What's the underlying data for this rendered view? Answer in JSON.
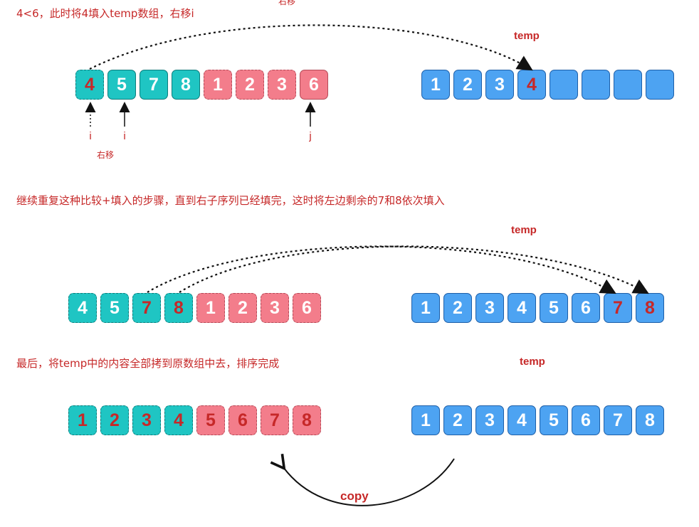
{
  "captions": {
    "step1": "4<6，此时将4填入temp数组，右移i",
    "step1_top_partial": "右移",
    "step2": "继续重复这种比较+填入的步骤，直到右子序列已经填完，这时将左边剩余的7和8依次填入",
    "step3": "最后，将temp中的内容全部拷到原数组中去，排序完成"
  },
  "labels": {
    "temp1": "temp",
    "temp2": "temp",
    "temp3": "temp",
    "copy": "copy",
    "shift_right": "右移"
  },
  "pointers": {
    "i_old": "i",
    "i_new": "i",
    "j": "j"
  },
  "row1_array": [
    "4",
    "5",
    "7",
    "8",
    "1",
    "2",
    "3",
    "6"
  ],
  "row1_temp": [
    "1",
    "2",
    "3",
    "4",
    "",
    "",
    "",
    ""
  ],
  "row2_array": [
    "4",
    "5",
    "7",
    "8",
    "1",
    "2",
    "3",
    "6"
  ],
  "row2_temp": [
    "1",
    "2",
    "3",
    "4",
    "5",
    "6",
    "7",
    "8"
  ],
  "row3_array": [
    "1",
    "2",
    "3",
    "4",
    "5",
    "6",
    "7",
    "8"
  ],
  "row3_temp": [
    "1",
    "2",
    "3",
    "4",
    "5",
    "6",
    "7",
    "8"
  ],
  "colors": {
    "left_fill": "#1fc5c3",
    "right_fill": "#f37d8b",
    "temp_fill": "#4da3f2",
    "highlight_text": "#c62828",
    "caption_text": "#c62828"
  }
}
